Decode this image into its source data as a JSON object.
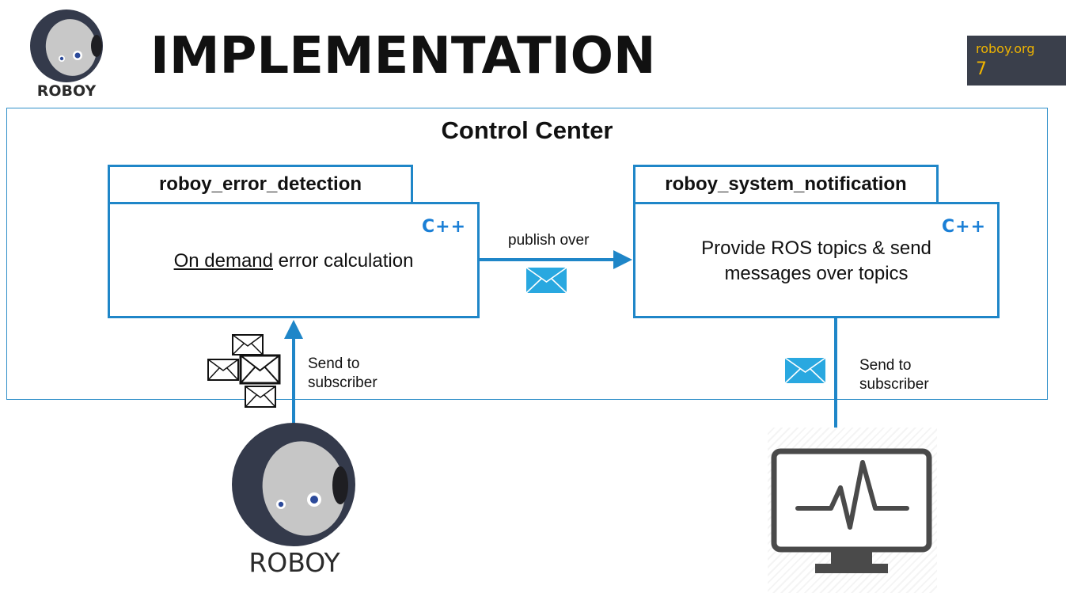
{
  "header": {
    "title": "IMPLEMENTATION",
    "logo_label": "ROBOY",
    "badge": {
      "site": "roboy.org",
      "page_number": "7"
    }
  },
  "diagram": {
    "container_title": "Control Center",
    "error_detection": {
      "tab_label": "roboy_error_detection",
      "language": "C++",
      "text_underlined": "On demand",
      "text_rest": " error calculation"
    },
    "system_notification": {
      "tab_label": "roboy_system_notification",
      "language": "C++",
      "text_line1": "Provide ROS topics & send",
      "text_line2": "messages over topics"
    },
    "arrow_publish_label": "publish over",
    "arrow_left_send_label_line1": "Send to",
    "arrow_left_send_label_line2": "subscriber",
    "arrow_right_send_label_line1": "Send to",
    "arrow_right_send_label_line2": "subscriber",
    "robot_label": "ROBOY"
  },
  "colors": {
    "accent_blue": "#1f86c8",
    "envelope_blue": "#29a8e0",
    "cpp_blue": "#1a7fd6",
    "badge_bg": "#3a3f4b",
    "badge_text": "#f0b400",
    "robot_dark": "#343a4b",
    "monitor_gray": "#4a4a4a"
  },
  "icons": [
    "roboy-logo-icon",
    "envelope-icon",
    "monitor-heartbeat-icon"
  ]
}
